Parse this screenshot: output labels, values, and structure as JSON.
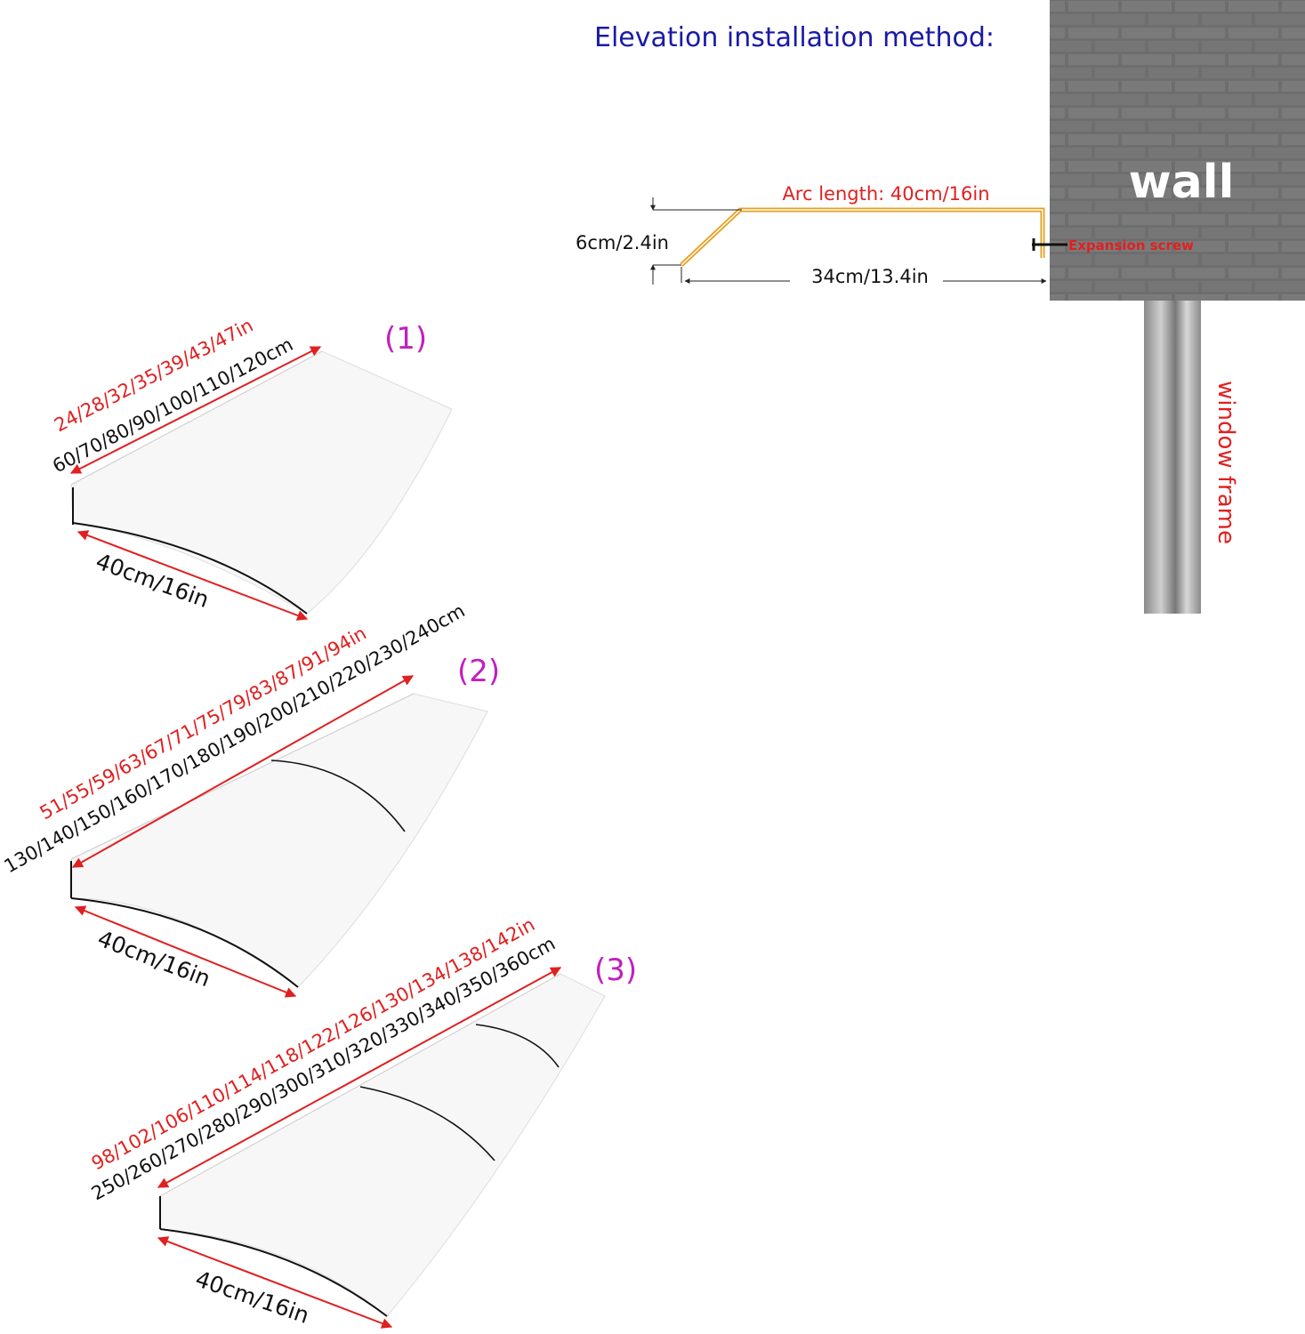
{
  "heading": "Elevation installation method:",
  "colors": {
    "heading": "#1a1aa6",
    "red": "#e02020",
    "magenta": "#c020c0",
    "orange": "#e8a020",
    "wall": "#6b6b6b",
    "text": "#111111"
  },
  "elevation": {
    "wall_label": "wall",
    "arc_length": "Arc length: 40cm/16in",
    "height": "6cm/2.4in",
    "depth": "34cm/13.4in",
    "screw": "Expansion screw",
    "window_frame": "window frame"
  },
  "variants": [
    {
      "number": "(1)",
      "length_in": "24/28/32/35/39/43/47in",
      "length_cm": "60/70/80/90/100/110/120cm",
      "width": "40cm/16in",
      "panels": 1
    },
    {
      "number": "(2)",
      "length_in": "51/55/59/63/67/71/75/79/83/87/91/94in",
      "length_cm": "130/140/150/160/170/180/190/200/210/220/230/240cm",
      "width": "40cm/16in",
      "panels": 2
    },
    {
      "number": "(3)",
      "length_in": "98/102/106/110/114/118/122/126/130/134/138/142in",
      "length_cm": "250/260/270/280/290/300/310/320/330/340/350/360cm",
      "width": "40cm/16in",
      "panels": 3
    }
  ]
}
